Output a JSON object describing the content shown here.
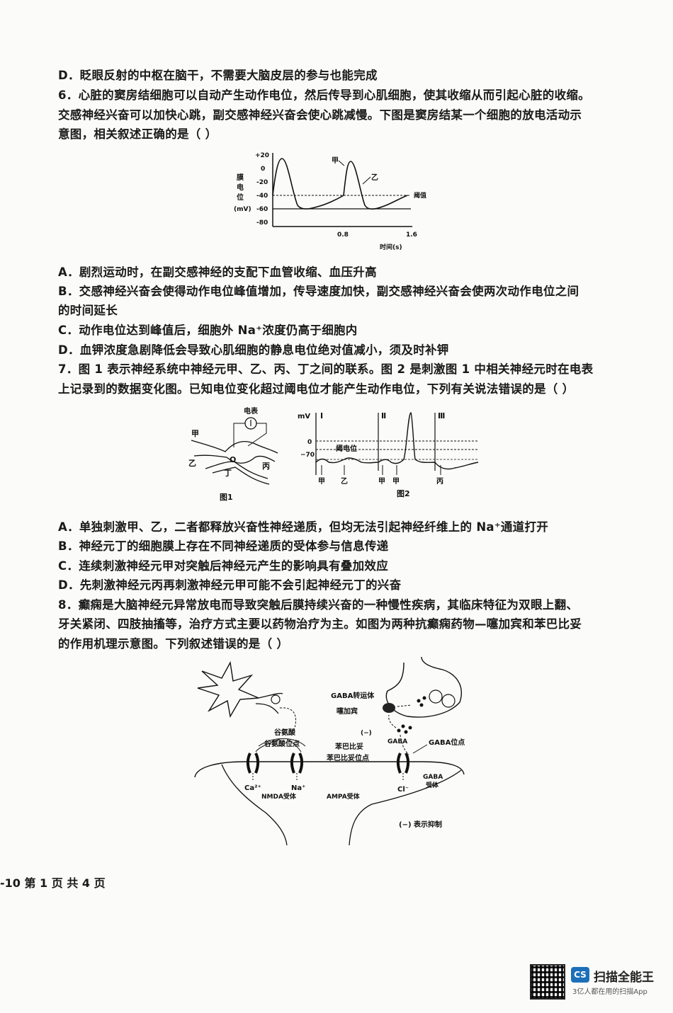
{
  "lines": [
    "D．眨眼反射的中枢在脑干，不需要大脑皮层的参与也能完成",
    "6．心脏的窦房结细胞可以自动产生动作电位，然后传导到心肌细胞，使其收缩从而引起心脏的收缩。",
    "交感神经兴奋可以加快心跳，副交感神经兴奋会使心跳减慢。下图是窦房结某一个细胞的放电活动示",
    "意图，相关叙述正确的是（    ）",
    "A．剧烈运动时，在副交感神经的支配下血管收缩、血压升高",
    "B．交感神经兴奋会使得动作电位峰值增加，传导速度加快，副交感神经兴奋会使两次动作电位之间",
    "的时间延长",
    "C．动作电位达到峰值后，细胞外 Na⁺浓度仍高于细胞内",
    "D．血钾浓度急剧降低会导致心肌细胞的静息电位绝对值减小，须及时补钾",
    "7．图 1 表示神经系统中神经元甲、乙、丙、丁之间的联系。图 2 是刺激图 1 中相关神经元时在电表",
    "上记录到的数据变化图。已知电位变化超过阈电位才能产生动作电位，下列有关说法错误的是（    ）",
    "A．单独刺激甲、乙，二者都释放兴奋性神经递质，但均无法引起神经纤维上的 Na⁺通道打开",
    "B．神经元丁的细胞膜上存在不同神经递质的受体参与信息传递",
    "C．连续刺激神经元甲对突触后神经元产生的影响具有叠加效应",
    "D．先刺激神经元丙再刺激神经元甲可能不会引起神经元丁的兴奋",
    "8．癫痫是大脑神经元异常放电而导致突触后膜持续兴奋的一种慢性疾病，其临床特征为双眼上翻、",
    "牙关紧闭、四肢抽搐等，治疗方式主要以药物治疗为主。如图为两种抗癫痫药物—噻加宾和苯巴比妥",
    "的作用机理示意图。下列叙述错误的是（    ）"
  ],
  "fig6": {
    "ylabel_chars": [
      "膜",
      "电",
      "位",
      "(mV)"
    ],
    "yticks": [
      "+20",
      "0",
      "-20",
      "-40",
      "-60",
      "-80"
    ],
    "xticks": [
      "0.8",
      "1.6"
    ],
    "xlabel": "时间(s)",
    "label_jia": "甲",
    "label_yi": "乙",
    "label_threshold": "阈值"
  },
  "fig7": {
    "fig1_caption": "图1",
    "fig2_caption": "图2",
    "meter": "电表",
    "jia": "甲",
    "yi": "乙",
    "bing": "丙",
    "ding": "丁",
    "o": "O",
    "mv": "mV",
    "zero": "0",
    "minus70": "−70",
    "threshold": "阈电位",
    "roman": [
      "Ⅰ",
      "Ⅱ",
      "Ⅲ"
    ],
    "stim_labels": [
      "甲",
      "乙",
      "甲",
      "甲",
      "丙"
    ]
  },
  "fig8": {
    "gaba_transporter": "GABA转运体",
    "tiagabine": "噻加宾",
    "inhibit_mark": "(−)",
    "glutamate": "谷氨酸",
    "glutamate_site": "谷氨酸位点",
    "gaba": "GABA",
    "phenobarbital": "苯巴比妥",
    "phenobarbital_site": "苯巴比妥位点",
    "gaba_site": "GABA位点",
    "ca": "Ca²⁺",
    "na": "Na⁺",
    "cl": "Cl⁻",
    "nmda": "NMDA受体",
    "ampa": "AMPA受体",
    "gaba_receptor_1": "GABA",
    "gaba_receptor_2": "受体",
    "legend": "(−) 表示抑制"
  },
  "footer": "-10   第 1 页 共 4 页",
  "scanner": {
    "logo": "CS",
    "name": "扫描全能王",
    "sub": "3亿人都在用的扫描App"
  }
}
